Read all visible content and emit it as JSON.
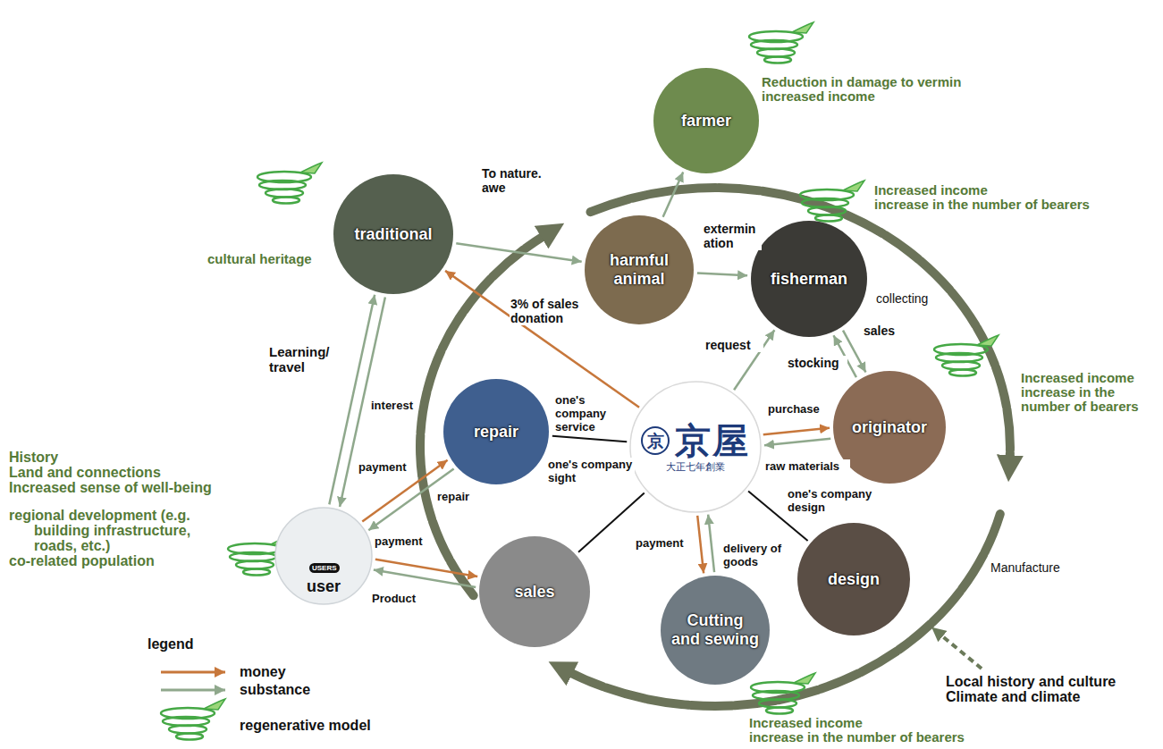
{
  "diagram": {
    "nodes": [
      {
        "text": [
          "farmer"
        ]
      },
      {
        "text": [
          "traditional"
        ]
      },
      {
        "text": [
          "harmful animal"
        ]
      },
      {
        "text": [
          "fisherman"
        ]
      },
      {
        "text": [
          "originator"
        ]
      },
      {
        "text": [
          "repair"
        ]
      },
      {
        "text": [
          "京",
          "京屋",
          "大正七年創業"
        ]
      },
      {
        "text": [
          "user"
        ]
      },
      {
        "text": [
          "sales"
        ]
      },
      {
        "text": [
          "design"
        ]
      },
      {
        "text": [
          "Cutting and sewing"
        ]
      }
    ],
    "edges": [
      {
        "from": 1,
        "to": 2,
        "arrow": "to",
        "label": "To nature. awe"
      },
      {
        "from": 2,
        "to": 0,
        "arrow": "to"
      },
      {
        "from": 2,
        "to": 3,
        "arrow": "to",
        "label": "extermin ation"
      },
      {
        "from": 6,
        "to": 3,
        "arrow": "to",
        "label": "request"
      },
      {
        "from": 3,
        "to": 4,
        "arrow": "to",
        "label": "sales"
      },
      {
        "from": 4,
        "to": 3,
        "arrow": "to",
        "label": "stocking"
      },
      {
        "from": 6,
        "to": 4,
        "arrow": "to",
        "label": "purchase"
      },
      {
        "from": 4,
        "to": 6,
        "arrow": "to",
        "label": "raw materials"
      },
      {
        "from": 6,
        "to": 1,
        "arrow": "to",
        "label": "3% of sales donation"
      },
      {
        "from": 6,
        "to": 5,
        "arrow": "none",
        "label": "one's company service"
      },
      {
        "from": 6,
        "to": 8,
        "arrow": "none",
        "label": "one's company sight"
      },
      {
        "from": 6,
        "to": 9,
        "arrow": "none",
        "label": "one's company design"
      },
      {
        "from": 6,
        "to": 10,
        "arrow": "to",
        "label": "payment"
      },
      {
        "from": 10,
        "to": 6,
        "arrow": "to",
        "label": "delivery of goods"
      },
      {
        "from": 7,
        "to": 1,
        "arrow": "to",
        "label": "Learning/ travel"
      },
      {
        "from": 1,
        "to": 7,
        "arrow": "to",
        "label": "interest"
      },
      {
        "from": 7,
        "to": 5,
        "arrow": "to",
        "label": "payment"
      },
      {
        "from": 5,
        "to": 7,
        "arrow": "to",
        "label": "repair"
      },
      {
        "from": 7,
        "to": 8,
        "arrow": "to",
        "label": "payment"
      },
      {
        "from": 8,
        "to": 7,
        "arrow": "to",
        "label": "Product"
      }
    ],
    "labels": [
      "Reduction in damage to vermin",
      "increased income",
      "cultural heritage",
      "Increased income",
      "increase in the number of bearers",
      "collecting",
      "Increased income",
      "increase in the",
      "number of bearers",
      "History",
      "Land and connections",
      "Increased sense of well-being",
      "regional development (e.g.",
      "building infrastructure,",
      "roads, etc.)",
      "co-related population",
      "USERS",
      "Manufacture",
      "Local history and culture",
      "Climate and climate",
      "Increased income",
      "increase in the number of bearers",
      "legend"
    ],
    "legend": [
      {
        "text": "money"
      },
      {
        "text": "substance"
      },
      {
        "text": "regenerative model"
      }
    ]
  }
}
